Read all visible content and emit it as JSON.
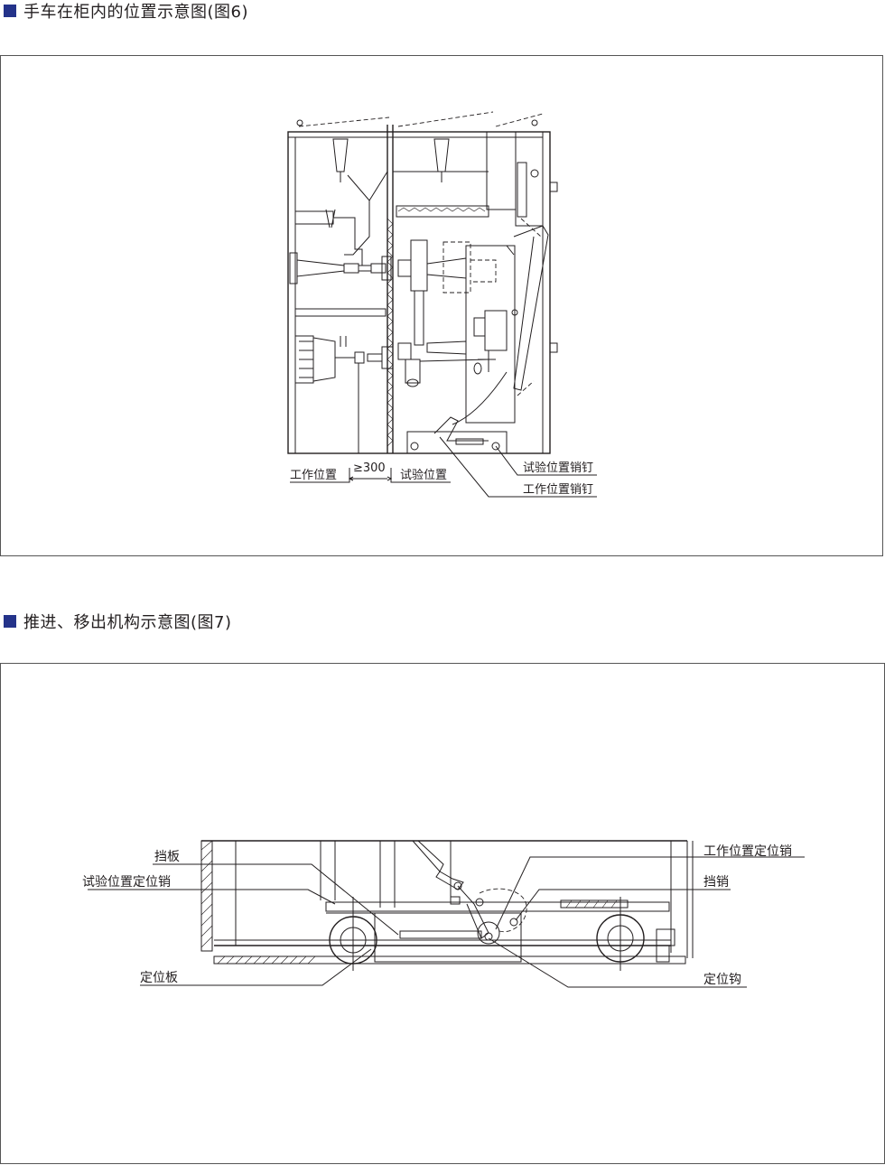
{
  "section1": {
    "title": "手车在柜内的位置示意图(图6)",
    "labels": {
      "work_position": "工作位置",
      "distance": "≥300",
      "test_position": "试验位置",
      "test_position_pin": "试验位置销钉",
      "work_position_pin": "工作位置销钉"
    }
  },
  "section2": {
    "title": "推进、移出机构示意图(图7)",
    "labels": {
      "baffle": "挡板",
      "test_position_locating_pin": "试验位置定位销",
      "locating_plate": "定位板",
      "work_position_locating_pin": "工作位置定位销",
      "stop_pin": "挡销",
      "locating_hook": "定位钩"
    }
  },
  "colors": {
    "heading_square": "#24338a",
    "line": "#231f20"
  }
}
